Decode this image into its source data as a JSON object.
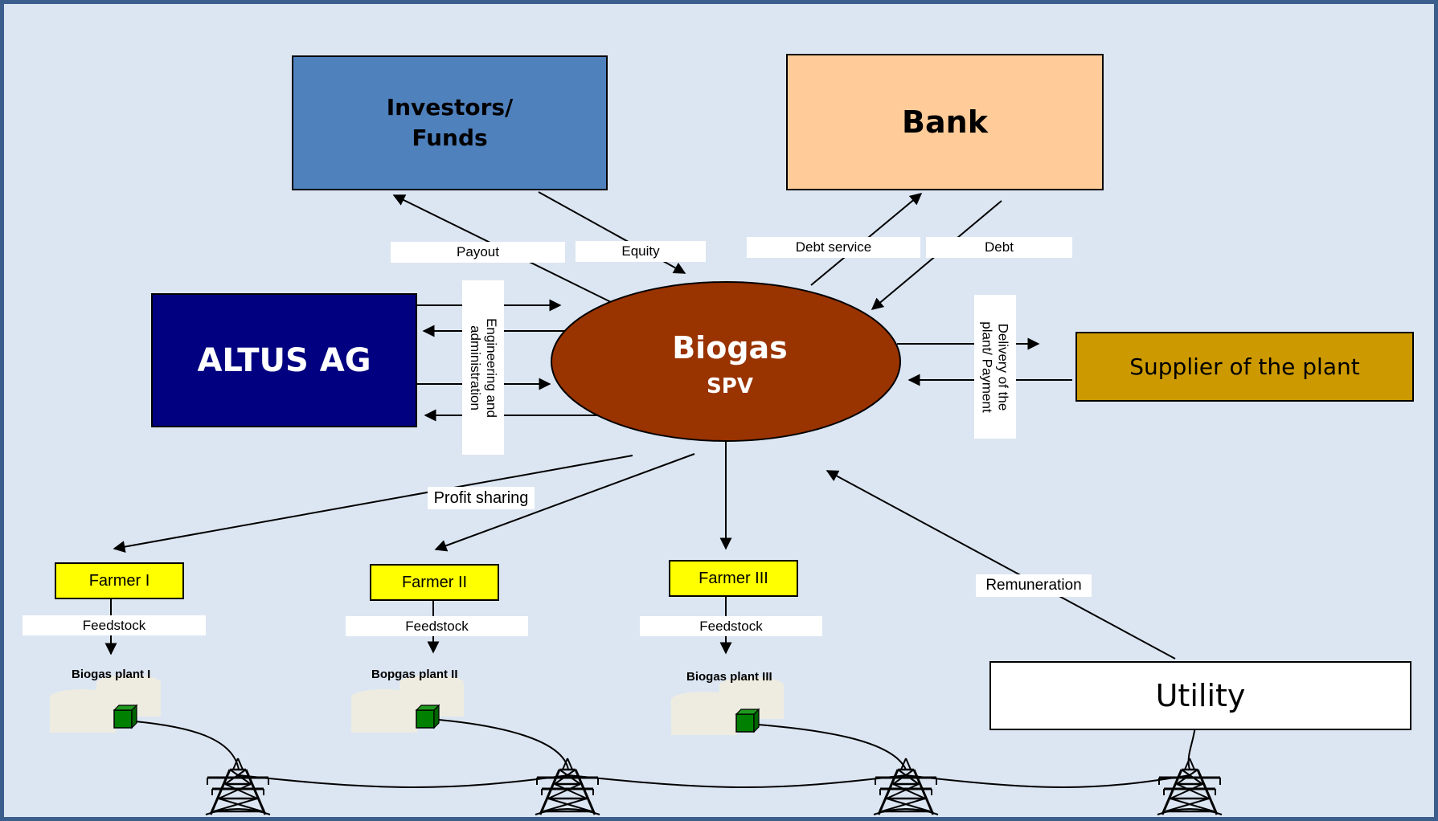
{
  "entities": {
    "investors": "Investors/\nFunds",
    "bank": "Bank",
    "altus": "ALTUS AG",
    "spv_title": "Biogas",
    "spv_sub": "SPV",
    "supplier": "Supplier of the plant",
    "utility": "Utility",
    "farmer1": "Farmer I",
    "farmer2": "Farmer II",
    "farmer3": "Farmer III"
  },
  "flows": {
    "payout": "Payout",
    "equity": "Equity",
    "debt_service": "Debt service",
    "debt": "Debt",
    "engineering": "Engineering and\nadministration",
    "delivery": "Delivery of the\nplant/ Payment",
    "profit_sharing": "Profit sharing",
    "remuneration": "Remuneration",
    "feedstock1": "Feedstock",
    "feedstock2": "Feedstock",
    "feedstock3": "Feedstock"
  },
  "plants": {
    "plant1": "Biogas plant I",
    "plant2": "Bopgas plant II",
    "plant3": "Biogas plant III"
  },
  "colors": {
    "background": "#dce6f2",
    "frame": "#3b5e8c",
    "investors": "#4f81bd",
    "bank": "#ffcc99",
    "altus": "#000080",
    "spv": "#993300",
    "supplier": "#cc9900",
    "farmer": "#ffff00",
    "utility": "#ffffff",
    "tank": "#eeece1",
    "generator": "#008000"
  },
  "icons": {
    "pylon": "transmission-tower-icon",
    "tank": "biogas-tank-icon",
    "generator": "generator-icon"
  }
}
